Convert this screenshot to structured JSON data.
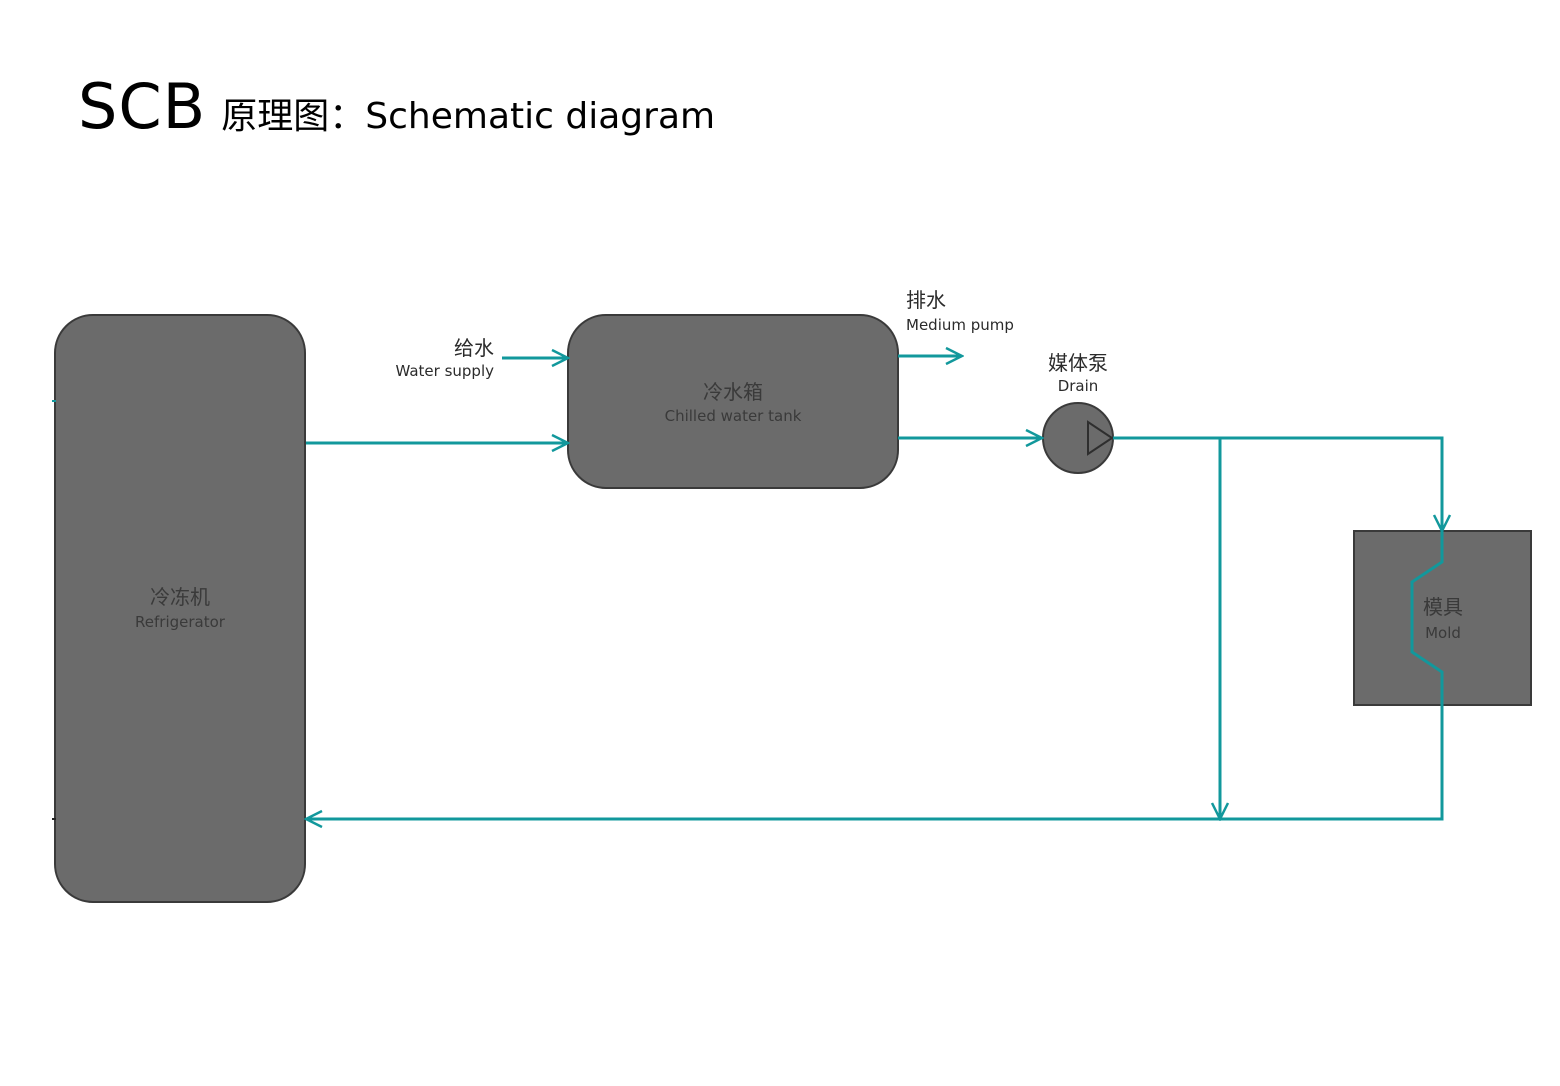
{
  "title": {
    "main": "SCB",
    "sub": "原理图：Schematic diagram"
  },
  "colors": {
    "flow_line": "#12989c",
    "component_fill": "#6b6b6b",
    "component_stroke": "#3a3a3a"
  },
  "components": {
    "refrigerator": {
      "cn": "冷冻机",
      "en": "Refrigerator"
    },
    "tank": {
      "cn": "冷水箱",
      "en": "Chilled water tank"
    },
    "pump": {
      "cn": "媒体泵",
      "en": "Drain"
    },
    "mold": {
      "cn": "模具",
      "en": "Mold"
    }
  },
  "flows": {
    "water_supply": {
      "cn": "给水",
      "en": "Water supply"
    },
    "drain_out": {
      "cn": "排水",
      "en": "Medium pump"
    }
  }
}
